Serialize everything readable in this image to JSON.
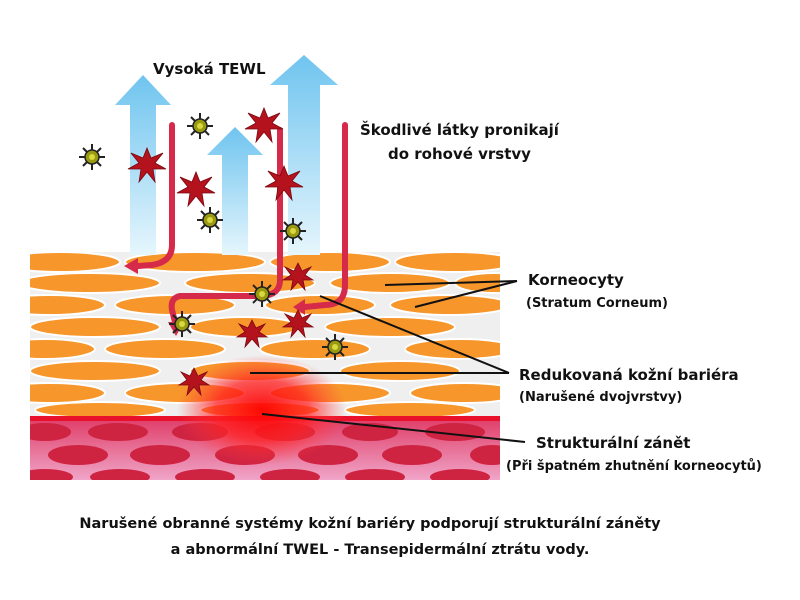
{
  "labels": {
    "tewl": "Vysoká TEWL",
    "harmful_line1": "Škodlivé látky pronikají",
    "harmful_line2": "do rohové vrstvy",
    "corneocytes": "Korneocyty",
    "corneocytes_sub": "(Stratum Corneum)",
    "barrier": "Redukovaná kožní bariéra",
    "barrier_sub": "(Narušené dvojvrstvy)",
    "inflammation": "Strukturální zánět",
    "inflammation_sub": "(Při špatném zhutnění korneocytů)"
  },
  "caption": {
    "line1": "Narušené obranné systémy kožní bariéry podporují strukturální záněty",
    "line2": "a abnormální TWEL - Transepidermální ztrátu vody."
  },
  "colors": {
    "corneocyte": "#f7962b",
    "dermis": "#e4537a",
    "cell": "#cf2342",
    "arrow_blue": "#8fd3f1",
    "arrow_red": "#d62a4a",
    "inflammation": "#ff1a1a",
    "virus": "#9a9a10",
    "allergen": "#b4121c"
  }
}
